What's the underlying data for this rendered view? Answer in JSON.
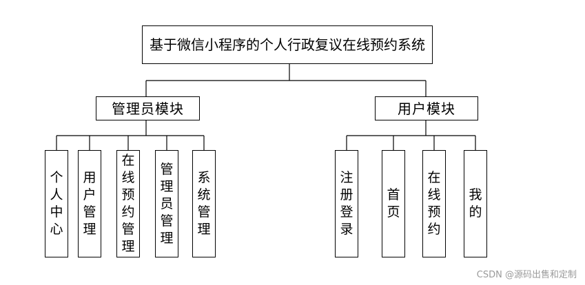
{
  "root": {
    "label": "基于微信小程序的个人行政复议在线预约系统"
  },
  "modules": [
    {
      "label": "管理员模块",
      "children": [
        "个人中心",
        "用户管理",
        "在线预约管理",
        "管理员管理",
        "系统管理"
      ]
    },
    {
      "label": "用户模块",
      "children": [
        "注册登录",
        "首页",
        "在线预约",
        "我的"
      ]
    }
  ],
  "watermark": "CSDN @源码出售和定制"
}
